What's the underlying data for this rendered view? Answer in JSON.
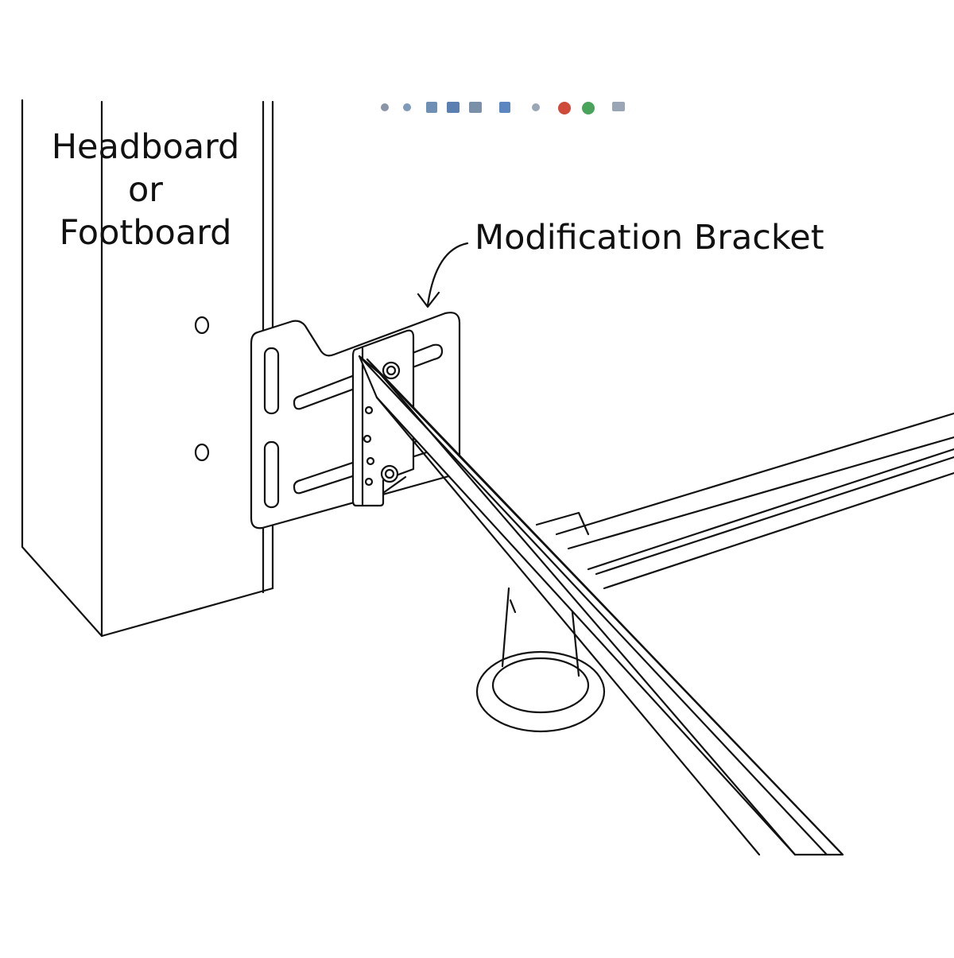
{
  "labels": {
    "post_line1": "Headboard",
    "post_line2": "or",
    "post_line3": "Footboard",
    "bracket": "Modification Bracket"
  },
  "colors": {
    "line": "#111111",
    "background": "#ffffff",
    "toolbar_icons": [
      "#8a96a8",
      "#7e9ab8",
      "#6f8fb5",
      "#5a7fb0",
      "#7a8fa8",
      "#5b86c0",
      "#9aa6b6",
      "#d04a3a",
      "#4aa35a",
      "#9aa6b6"
    ]
  }
}
